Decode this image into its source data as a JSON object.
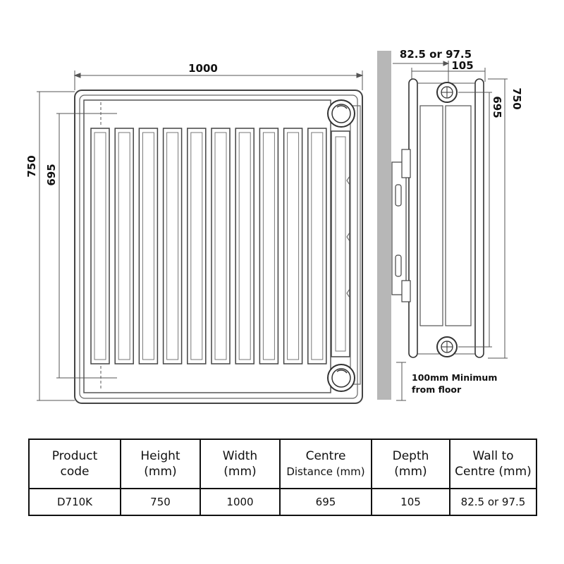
{
  "front_view": {
    "width_label": "1000",
    "height_label": "750",
    "centre_label": "695"
  },
  "side_view": {
    "wall_label": "82.5 or 97.5",
    "depth_label": "105",
    "height_label": "750",
    "centre_label": "695",
    "floor_note_line1": "100mm Minimum",
    "floor_note_line2": "from floor"
  },
  "table": {
    "headers": [
      {
        "line1": "Product",
        "line2": "code"
      },
      {
        "line1": "Height",
        "line2": "(mm)"
      },
      {
        "line1": "Width",
        "line2": "(mm)"
      },
      {
        "line1": "Centre",
        "line2": "Distance (mm)"
      },
      {
        "line1": "Depth",
        "line2": "(mm)"
      },
      {
        "line1": "Wall to",
        "line2": "Centre (mm)"
      }
    ],
    "row": [
      "D710K",
      "750",
      "1000",
      "695",
      "105",
      "82.5 or 97.5"
    ]
  }
}
